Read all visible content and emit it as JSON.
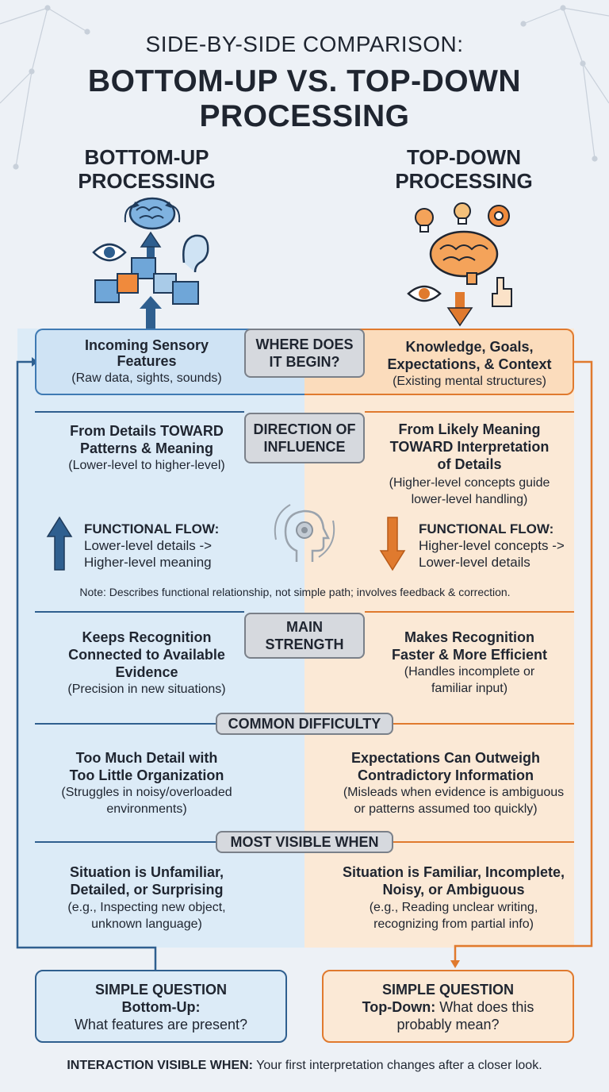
{
  "header": {
    "title_line1": "SIDE-BY-SIDE COMPARISON:",
    "title_line2": "BOTTOM-UP VS. TOP-DOWN",
    "title_line3": "PROCESSING"
  },
  "left": {
    "heading_line1": "BOTTOM-UP",
    "heading_line2": "PROCESSING",
    "begin_title_1": "Incoming Sensory",
    "begin_title_2": "Features",
    "begin_note": "(Raw data, sights, sounds)",
    "direction_1": "From Details TOWARD",
    "direction_2": "Patterns & Meaning",
    "direction_note": "(Lower-level to higher-level)",
    "flow_title": "FUNCTIONAL FLOW:",
    "flow_1": "Lower-level details ->",
    "flow_2": "Higher-level meaning",
    "strength_1": "Keeps Recognition",
    "strength_2": "Connected to Available",
    "strength_3": "Evidence",
    "strength_note": "(Precision in new situations)",
    "difficulty_1": "Too Much Detail with",
    "difficulty_2": "Too Little Organization",
    "difficulty_note_1": "(Struggles in noisy/overloaded",
    "difficulty_note_2": "environments)",
    "visible_1": "Situation is Unfamiliar,",
    "visible_2": "Detailed, or Surprising",
    "visible_note_1": "(e.g., Inspecting new object,",
    "visible_note_2": "unknown language)",
    "question_title_1": "SIMPLE QUESTION",
    "question_title_2": "Bottom-Up:",
    "question_text": "What features are present?"
  },
  "right": {
    "heading_line1": "TOP-DOWN",
    "heading_line2": "PROCESSING",
    "begin_title_1": "Knowledge, Goals,",
    "begin_title_2": "Expectations, & Context",
    "begin_note": "(Existing mental structures)",
    "direction_1": "From Likely Meaning",
    "direction_2": "TOWARD Interpretation",
    "direction_3": "of Details",
    "direction_note_1": "(Higher-level concepts guide",
    "direction_note_2": "lower-level handling)",
    "flow_title": "FUNCTIONAL FLOW:",
    "flow_1": "Higher-level concepts ->",
    "flow_2": "Lower-level details",
    "strength_1": "Makes Recognition",
    "strength_2": "Faster & More Efficient",
    "strength_note_1": "(Handles incomplete or",
    "strength_note_2": "familiar input)",
    "difficulty_1": "Expectations Can Outweigh",
    "difficulty_2": "Contradictory Information",
    "difficulty_note_1": "(Misleads when evidence is ambiguous",
    "difficulty_note_2": "or patterns assumed too quickly)",
    "visible_1": "Situation is Familiar, Incomplete,",
    "visible_2": "Noisy, or Ambiguous",
    "visible_note_1": "(e.g., Reading unclear writing,",
    "visible_note_2": "recognizing from partial info)",
    "question_title": "SIMPLE QUESTION",
    "question_text_bold": "Top-Down:",
    "question_text_1": " What does this",
    "question_text_2": "probably mean?"
  },
  "rows": {
    "begin_1": "WHERE DOES",
    "begin_2": "IT BEGIN?",
    "direction_1": "DIRECTION OF",
    "direction_2": "INFLUENCE",
    "strength_1": "MAIN",
    "strength_2": "STRENGTH",
    "difficulty": "COMMON DIFFICULTY",
    "visible": "MOST VISIBLE WHEN"
  },
  "note": "Note: Describes functional relationship, not simple path; involves feedback & correction.",
  "footer": {
    "label": "INTERACTION VISIBLE WHEN:",
    "text": " Your first interpretation changes after a closer look."
  },
  "colors": {
    "blue": "#2f5f8f",
    "orange": "#e07a2e"
  }
}
